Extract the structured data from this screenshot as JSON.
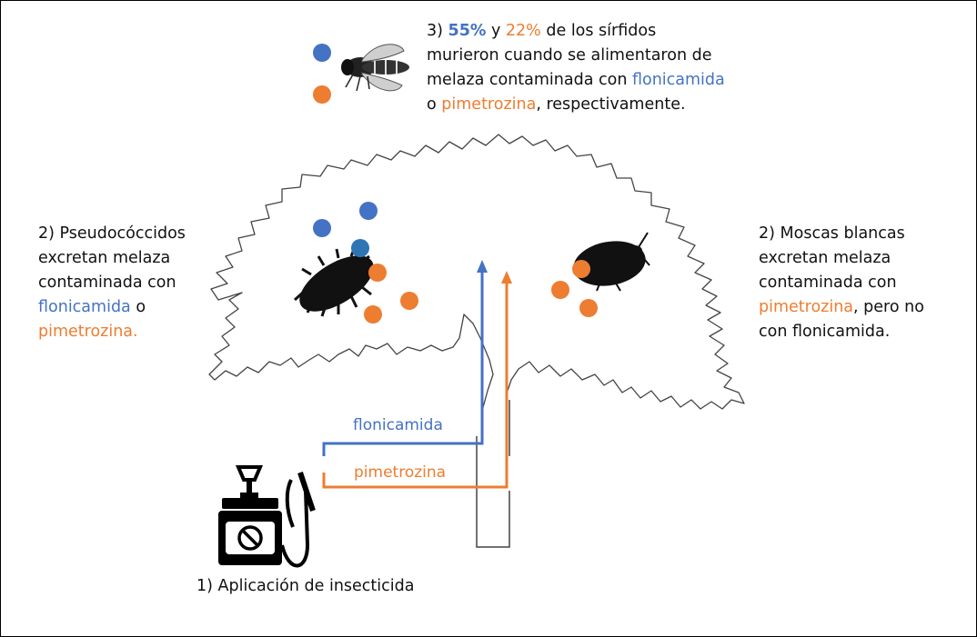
{
  "colors": {
    "flonicamid": "#4472c4",
    "pymetrozine": "#ed7d31"
  },
  "icons": {
    "sprayer": "backpack-sprayer-icon",
    "hoverfly": "hoverfly-icon",
    "mealybug": "mealybug-icon",
    "whitefly": "whitefly-icon"
  },
  "step1": {
    "label": "1) Aplicación de insecticida"
  },
  "routes": {
    "flonicamid_label": "flonicamida",
    "pymetrozine_label": "pimetrozina"
  },
  "step2_mealybugs": {
    "line1": "2) Pseudocóccidos",
    "line2": "excretan melaza",
    "line3": "contaminada con",
    "flonicamid": "flonicamida",
    "connector": " o",
    "pymetrozine": "pimetrozina."
  },
  "step2_whiteflies": {
    "line1": "2) Moscas blancas",
    "line2": "excretan melaza",
    "line3": "contaminada con",
    "pymetrozine": "pimetrozina",
    "line4_rest": ", pero no",
    "line5": "con flonicamida."
  },
  "step3": {
    "prefix": "3) ",
    "pct_flonicamid": "55%",
    "and": " y ",
    "pct_pymetrozine": "22%",
    "line1_rest": " de los sírfidos",
    "line2": "murieron cuando se alimentaron de",
    "line3_start": "melaza contaminada con ",
    "flonicamid": "flonicamida",
    "line4_start": "o ",
    "pymetrozine": "pimetrozina",
    "line4_end": ", respectivamente."
  }
}
